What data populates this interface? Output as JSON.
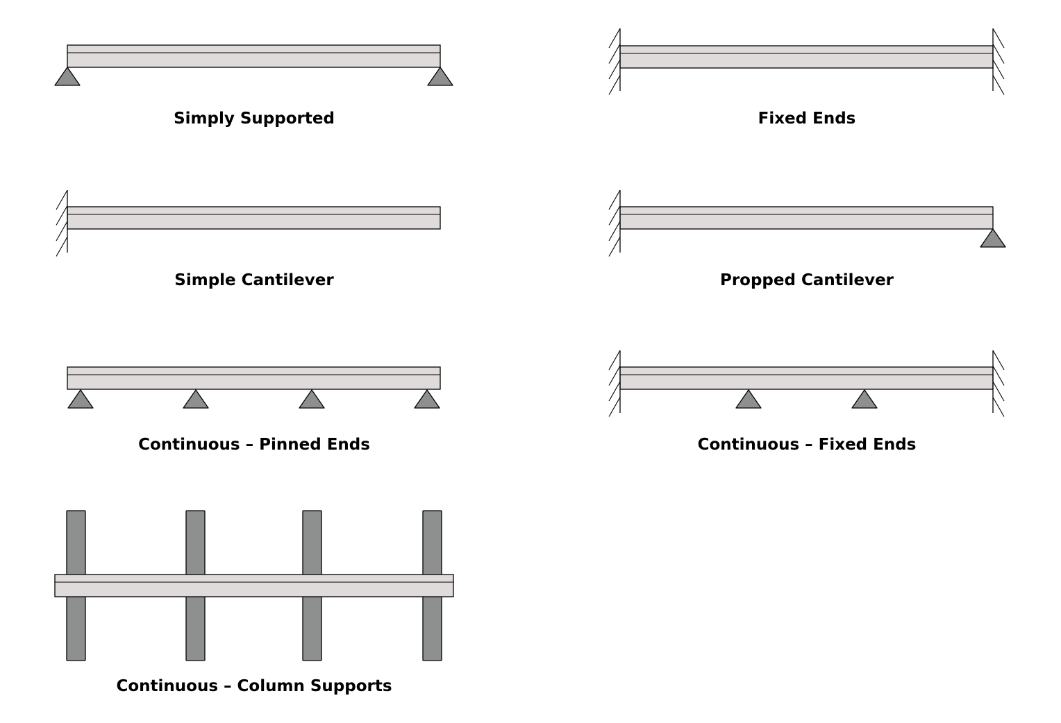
{
  "colors": {
    "beam_fill": "#dedbda",
    "support_fill": "#8d908e",
    "stroke": "#000000",
    "background": "#ffffff"
  },
  "diagrams": [
    {
      "id": "simply-supported",
      "label": "Simply Supported",
      "left_end": "pin",
      "right_end": "pin",
      "intermediate_pins": 0,
      "columns": 0
    },
    {
      "id": "fixed-ends",
      "label": "Fixed Ends",
      "left_end": "fixed",
      "right_end": "fixed",
      "intermediate_pins": 0,
      "columns": 0
    },
    {
      "id": "simple-cantilever",
      "label": "Simple Cantilever",
      "left_end": "fixed",
      "right_end": "free",
      "intermediate_pins": 0,
      "columns": 0
    },
    {
      "id": "propped-cantilever",
      "label": "Propped Cantilever",
      "left_end": "fixed",
      "right_end": "pin",
      "intermediate_pins": 0,
      "columns": 0
    },
    {
      "id": "continuous-pinned-ends",
      "label": "Continuous – Pinned Ends",
      "left_end": "pin",
      "right_end": "pin",
      "intermediate_pins": 2,
      "columns": 0
    },
    {
      "id": "continuous-fixed-ends",
      "label": "Continuous – Fixed Ends",
      "left_end": "fixed",
      "right_end": "fixed",
      "intermediate_pins": 2,
      "columns": 0
    },
    {
      "id": "continuous-column-supports",
      "label": "Continuous – Column Supports",
      "left_end": "free",
      "right_end": "free",
      "intermediate_pins": 0,
      "columns": 4
    }
  ]
}
